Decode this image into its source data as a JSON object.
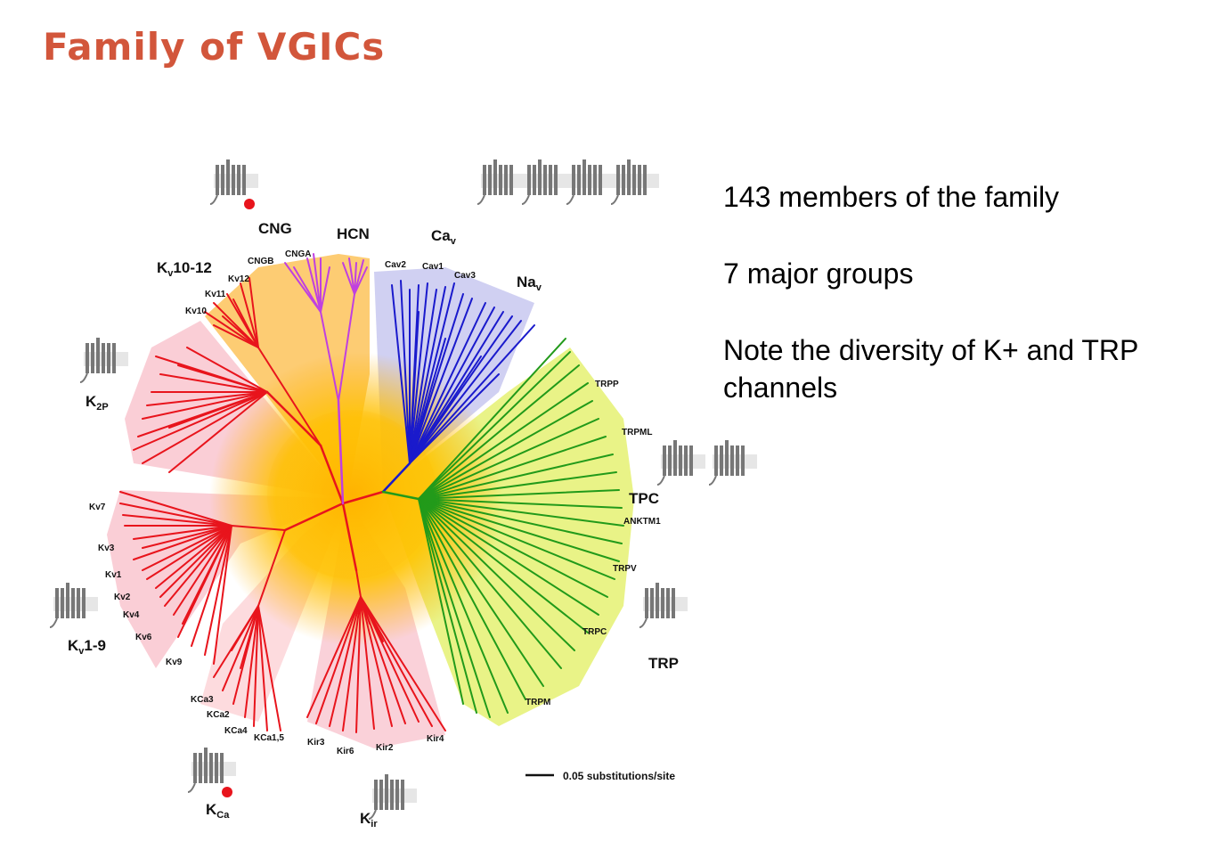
{
  "title": "Family of VGICs",
  "notes": [
    "143 members of the family",
    "7 major groups",
    "Note the diversity of K+ and TRP channels"
  ],
  "colors": {
    "title": "#d2563b",
    "potassium_branches": "#e8141c",
    "cng_hcn_branches": "#c040e0",
    "cav_nav_branches": "#1a1acc",
    "trp_branches": "#229a1a",
    "center_glow": "#ffd000"
  },
  "group_labels": {
    "cng": "CNG",
    "hcn": "HCN",
    "cav_base": "Ca",
    "cav_sub": "v",
    "nav_base": "Na",
    "nav_sub": "v",
    "kv1012_base": "K",
    "kv1012_sub": "v",
    "kv1012_rest": "10-12",
    "k2p_base": "K",
    "k2p_sub": "2P",
    "kv19_base": "K",
    "kv19_sub": "v",
    "kv19_rest": "1-9",
    "kca_base": "K",
    "kca_sub": "Ca",
    "kir_base": "K",
    "kir_sub": "ir",
    "tpc": "TPC",
    "trp": "TRP"
  },
  "leaf_labels": {
    "cngb": "CNGB",
    "cnga": "CNGA",
    "kv12": "Kv12",
    "kv11": "Kv11",
    "kv10": "Kv10",
    "cav2": "Cav2",
    "cav1": "Cav1",
    "cav3": "Cav3",
    "trpp": "TRPP",
    "trpml": "TRPML",
    "anktm1": "ANKTM1",
    "trpv": "TRPV",
    "trpc": "TRPC",
    "trpm": "TRPM",
    "kv7": "Kv7",
    "kv3": "Kv3",
    "kv1": "Kv1",
    "kv2": "Kv2",
    "kv4": "Kv4",
    "kv6": "Kv6",
    "kv9": "Kv9",
    "kca3": "KCa3",
    "kca2": "KCa2",
    "kca4": "KCa4",
    "kca15": "KCa1,5",
    "kir3": "Kir3",
    "kir6": "Kir6",
    "kir2": "Kir2",
    "kir4": "Kir4"
  },
  "scale_bar": "0.05 substitutions/site",
  "icons": [
    "membrane-topology-icon",
    "r-domain-badge-icon"
  ]
}
